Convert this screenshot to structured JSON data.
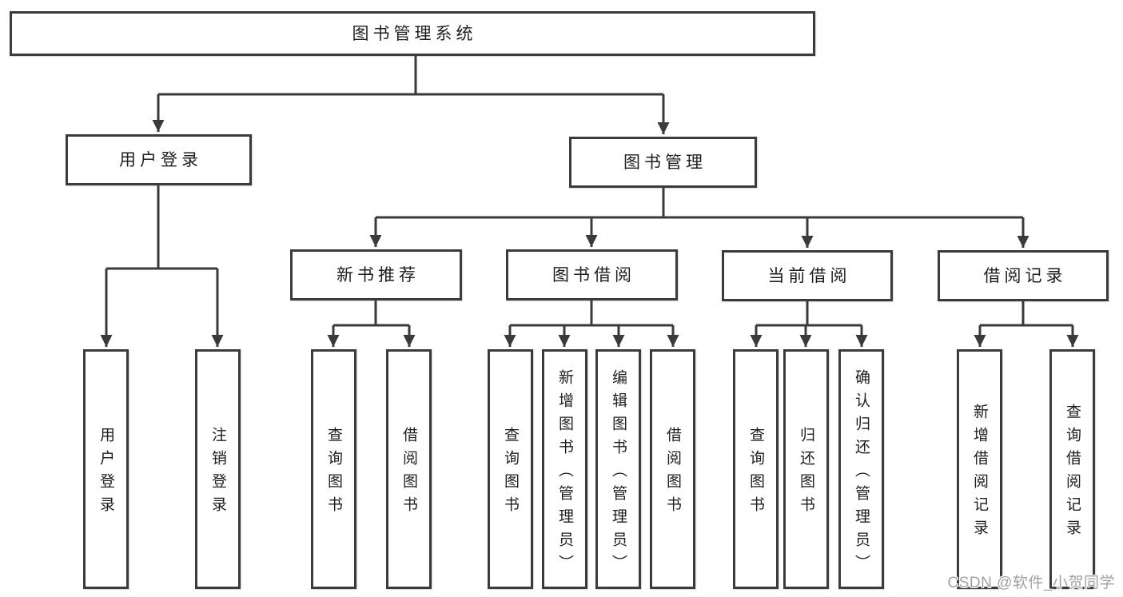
{
  "diagram": {
    "root": {
      "label": "图书管理系统"
    },
    "user_login": {
      "label": "用户登录",
      "children": {
        "login": {
          "label": "用户登录"
        },
        "logout": {
          "label": "注销登录"
        }
      }
    },
    "book_management": {
      "label": "图书管理",
      "sections": {
        "new_book_recommend": {
          "label": "新书推荐",
          "children": {
            "query_book": {
              "label": "查询图书"
            },
            "borrow_book": {
              "label": "借阅图书"
            }
          }
        },
        "book_borrow": {
          "label": "图书借阅",
          "children": {
            "query_book": {
              "label": "查询图书"
            },
            "add_book_admin": {
              "label": "新增图书（管理员）"
            },
            "edit_book_admin": {
              "label": "编辑图书（管理员）"
            },
            "borrow_book": {
              "label": "借阅图书"
            }
          }
        },
        "current_borrow": {
          "label": "当前借阅",
          "children": {
            "query_book": {
              "label": "查询图书"
            },
            "return_book": {
              "label": "归还图书"
            },
            "confirm_return_admin": {
              "label": "确认归还（管理员）"
            }
          }
        },
        "borrow_record": {
          "label": "借阅记录",
          "children": {
            "add_borrow_record": {
              "label": "新增借阅记录"
            },
            "query_borrow_record": {
              "label": "查询借阅记录"
            }
          }
        }
      }
    }
  },
  "watermark": {
    "text": "CSDN @软件_小贺同学"
  },
  "colors": {
    "line": "#3a3a3a",
    "box_border": "#3b3b3b",
    "text": "#1e1e1e",
    "watermark": "#a2a2a2",
    "background": "#ffffff"
  }
}
